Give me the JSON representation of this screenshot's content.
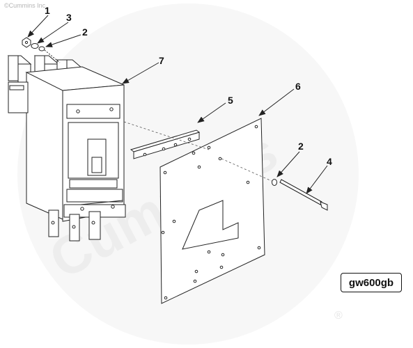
{
  "copyright": "©Cummins Inc",
  "watermark": {
    "brand": "Cummins",
    "registered": "®"
  },
  "drawing_code": "gw600gb",
  "callouts": {
    "c1": "1",
    "c3": "3",
    "c2a": "2",
    "c7": "7",
    "c5": "5",
    "c6": "6",
    "c2b": "2",
    "c4": "4"
  },
  "colors": {
    "line": "#222222",
    "watermark": "#ededed",
    "background": "#ffffff"
  }
}
